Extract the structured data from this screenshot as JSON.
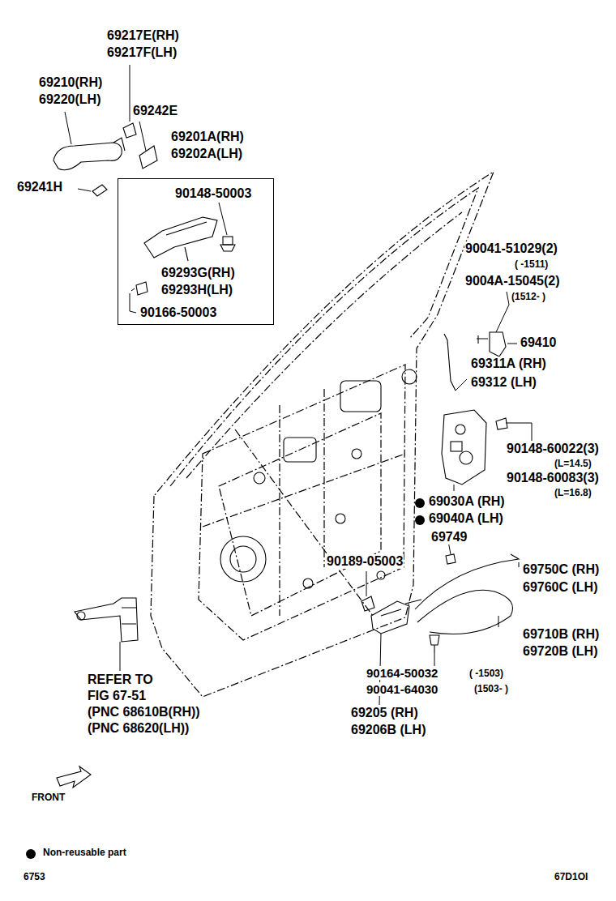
{
  "diagram": {
    "nodes": [
      {
        "text": [
          "69201A(RH)",
          "69202A(LH)",
          "90148-50003",
          "69293G(RH)",
          "69293H(LH)",
          "90166-50003"
        ]
      }
    ],
    "labels": [
      "69217E(RH)",
      "69217F(LH)",
      "69210(RH)",
      "69220(LH)",
      "69242E",
      "69241H",
      "90041-51029(2)",
      "( -1511)",
      "9004A-15045(2)",
      "(1512- )",
      "69410",
      "69311A (RH)",
      "69312 (LH)",
      "90148-60022(3)",
      "(L=14.5)",
      "90148-60083(3)",
      "(L=16.8)",
      "69030A (RH)",
      "69040A (LH)",
      "69749",
      "90189-05003",
      "69750C (RH)",
      "69760C (LH)",
      "69710B (RH)",
      "69720B (LH)",
      "90164-50032",
      "( -1503)",
      "90041-64030",
      "(1503- )",
      "69205 (RH)",
      "69206B (LH)",
      "REFER TO",
      "FIG 67-51",
      "(PNC 68610B(RH))",
      "(PNC 68620(LH))",
      "FRONT",
      "6753",
      "67D1OI"
    ],
    "legend": [
      {
        "text": "Non-reusable part"
      }
    ]
  }
}
